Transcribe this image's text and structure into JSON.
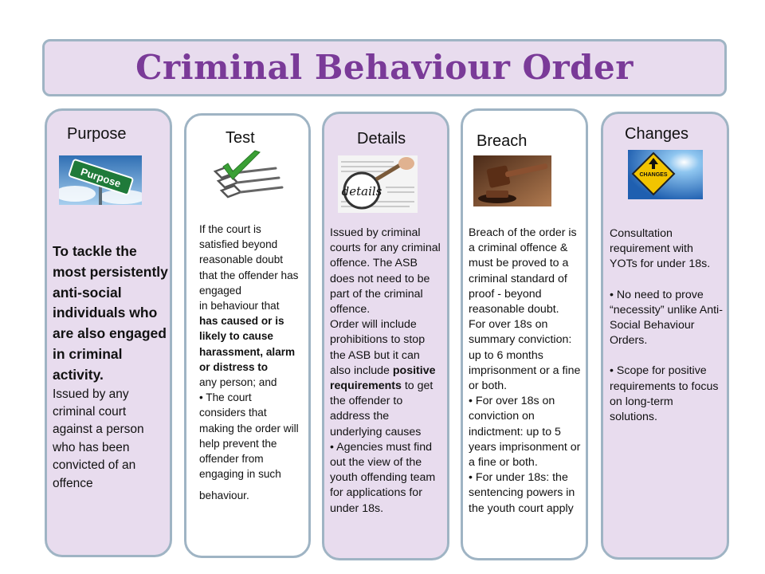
{
  "title": "Criminal Behaviour Order",
  "purpose": {
    "heading": "Purpose",
    "sign_text": "Purpose",
    "bold_text": "To tackle the most persistently anti-social individuals who are also engaged in criminal activity.",
    "text": "Issued by any criminal court against a person who has been convicted of an offence"
  },
  "test": {
    "heading": "Test",
    "line1": "If the court is satisfied beyond reasonable doubt that the offender has engaged",
    "line2": "in behaviour that",
    "bold": "has caused or is likely to cause harassment, alarm or distress to",
    "line3": "any person; and",
    "line4": "• The court considers that making the order will help prevent the offender from engaging in such",
    "line5": "behaviour."
  },
  "details": {
    "heading": "Details",
    "image_text": "details",
    "p1": "Issued by criminal courts for any criminal offence. The ASB does not need to be part of the criminal offence.",
    "p2a": "Order will include prohibitions to stop the ASB but it can also include",
    "p2bold": "positive requirements",
    "p2b": "to get the offender to address the underlying causes",
    "p3": "• Agencies must find out the view of the youth offending team for applications for under 18s."
  },
  "breach": {
    "heading": "Breach",
    "p1": "Breach of the order is a criminal offence & must be proved to a criminal standard of proof - beyond reasonable doubt.",
    "p2": "For over 18s on summary conviction: up to 6 months imprisonment or a fine or both.",
    "p3": "• For over 18s on conviction on indictment: up to 5 years imprisonment or a fine or both.",
    "p4": "• For under 18s: the sentencing powers in the youth court apply"
  },
  "changes": {
    "heading": "Changes",
    "sign_text": "CHANGES",
    "p1": "Consultation requirement with YOTs for under 18s.",
    "p2": "• No need to prove “necessity” unlike Anti-Social Behaviour Orders.",
    "p3": "• Scope for positive requirements to focus on long-term solutions."
  },
  "colors": {
    "title": "#7a3a98",
    "purple_fill": "#e8dcee",
    "border": "#9fb4c4"
  }
}
